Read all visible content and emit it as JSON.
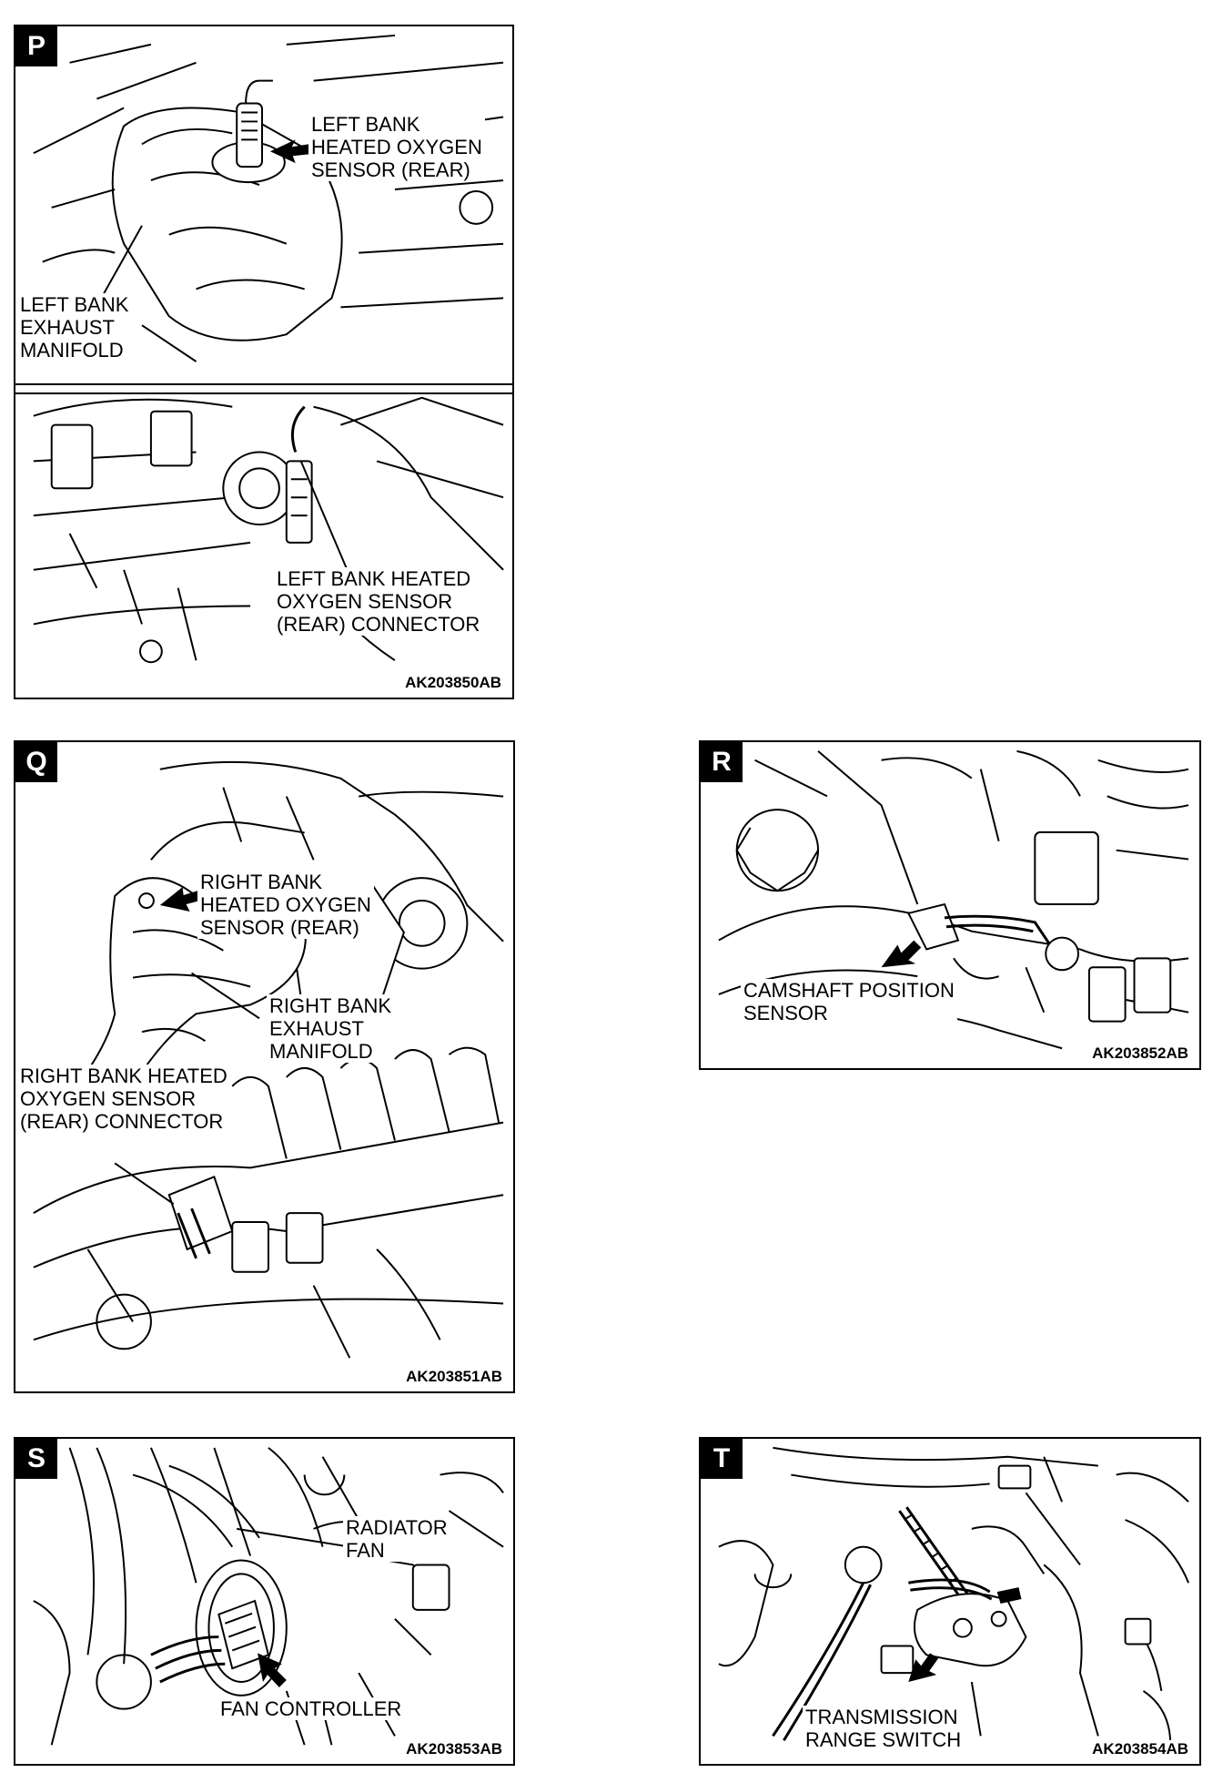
{
  "panels": {
    "p": {
      "letter": "P",
      "code": "AK203850AB",
      "labels": {
        "sensor": [
          "LEFT BANK",
          "HEATED OXYGEN",
          "SENSOR (REAR)"
        ],
        "manifold": [
          "LEFT BANK",
          "EXHAUST",
          "MANIFOLD"
        ],
        "connector": [
          "LEFT BANK HEATED",
          "OXYGEN SENSOR",
          "(REAR) CONNECTOR"
        ]
      }
    },
    "q": {
      "letter": "Q",
      "code": "AK203851AB",
      "labels": {
        "sensor": [
          "RIGHT BANK",
          "HEATED OXYGEN",
          "SENSOR (REAR)"
        ],
        "manifold": [
          "RIGHT BANK",
          "EXHAUST",
          "MANIFOLD"
        ],
        "connector": [
          "RIGHT BANK HEATED",
          "OXYGEN SENSOR",
          "(REAR) CONNECTOR"
        ]
      }
    },
    "r": {
      "letter": "R",
      "code": "AK203852AB",
      "labels": {
        "sensor": [
          "CAMSHAFT POSITION",
          "SENSOR"
        ]
      }
    },
    "s": {
      "letter": "S",
      "code": "AK203853AB",
      "labels": {
        "fan": [
          "RADIATOR",
          "FAN"
        ],
        "controller": [
          "FAN CONTROLLER"
        ]
      }
    },
    "t": {
      "letter": "T",
      "code": "AK203854AB",
      "labels": {
        "switch": [
          "TRANSMISSION",
          "RANGE SWITCH"
        ]
      }
    }
  }
}
